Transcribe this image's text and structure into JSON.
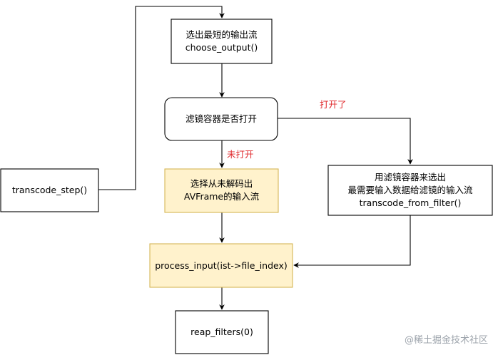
{
  "colors": {
    "stroke": "#000000",
    "highlight_fill": "#fff2cc",
    "highlight_stroke": "#d6b656",
    "edge_label": "#e0282b",
    "watermark": "#9ca3ab"
  },
  "nodes": {
    "choose_output": {
      "line1": "选出最短的输出流",
      "line2": "choose_output()"
    },
    "filter_check": {
      "line1": "滤镜容器是否打开"
    },
    "select_input": {
      "line1": "选择从未解码出",
      "line2": "AVFrame的输入流"
    },
    "transcode_from_filter": {
      "line1": "用滤镜容器来选出",
      "line2": "最需要输入数据给滤镜的输入流",
      "line3": "transcode_from_filter()"
    },
    "transcode_step": {
      "line1": "transcode_step()"
    },
    "process_input": {
      "line1": "process_input(ist->file_index)"
    },
    "reap_filters": {
      "line1": "reap_filters(0)"
    }
  },
  "edges": {
    "opened_label": "打开了",
    "not_opened_label": "未打开"
  },
  "watermark": "@稀土掘金技术社区"
}
